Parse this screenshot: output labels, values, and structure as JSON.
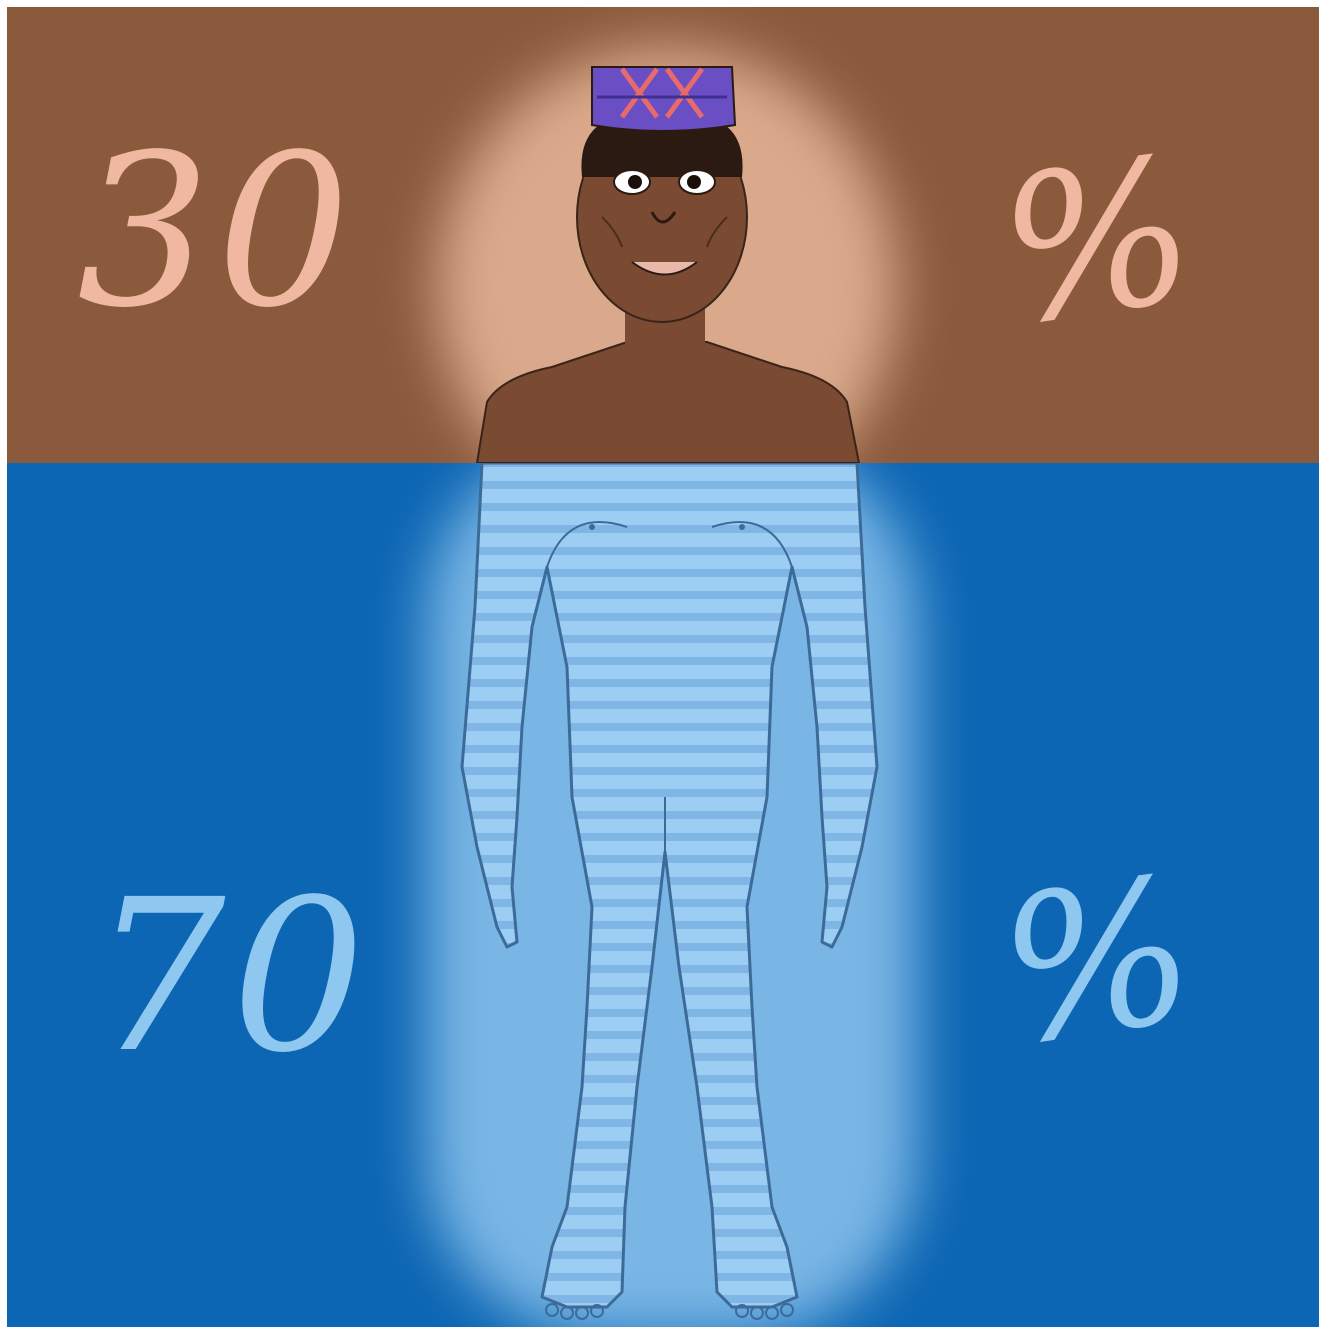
{
  "upper": {
    "number": "30",
    "percent_sign": "%",
    "share_percent": 30
  },
  "lower": {
    "number": "70",
    "percent_sign": "%",
    "share_percent": 70
  },
  "colors": {
    "upper_background": "#8b5a3c",
    "upper_numerals": "#f0b8a0",
    "upper_glow": "#f5c3a6",
    "lower_background": "#0d66b3",
    "lower_numerals": "#8ec8f0",
    "body_water": "#8cc4ee",
    "body_outline": "#3d6b99",
    "skin": "#7a4a33",
    "cap": "#6a4fc4"
  }
}
